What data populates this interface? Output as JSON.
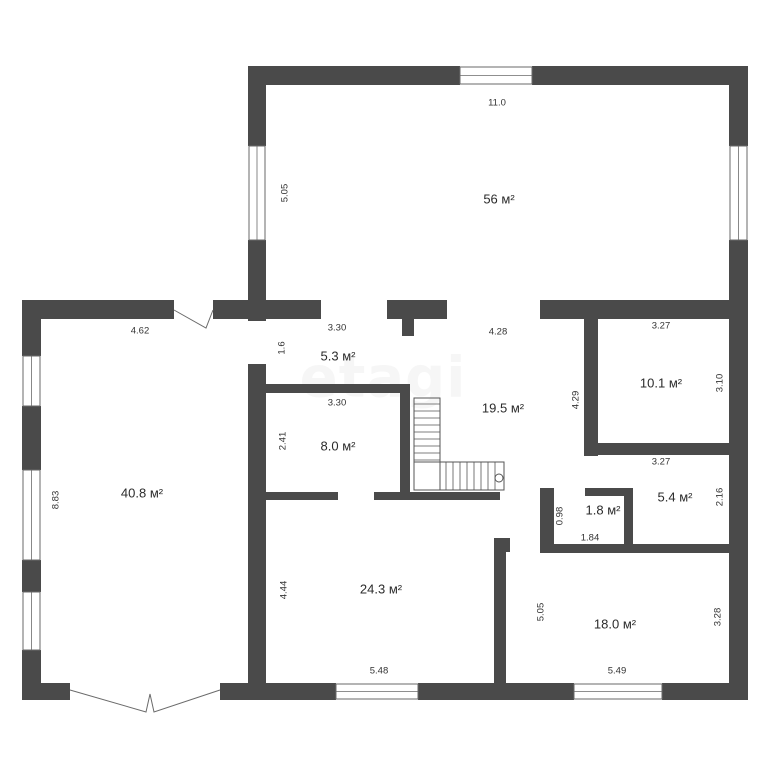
{
  "colors": {
    "wall": "#4a4a4a",
    "window": "#ffffff",
    "window_line": "#6a6a6a",
    "text": "#2b2b2b",
    "background": "#ffffff"
  },
  "watermark": "etagi",
  "rooms": [
    {
      "id": "living",
      "area": "56 м²"
    },
    {
      "id": "left-hall",
      "area": "40.8 м²"
    },
    {
      "id": "corridor",
      "area": "5.3 м²"
    },
    {
      "id": "stair-hall",
      "area": "19.5 м²"
    },
    {
      "id": "room-right-top",
      "area": "10.1 м²"
    },
    {
      "id": "small-room",
      "area": "8.0 м²"
    },
    {
      "id": "wc",
      "area": "1.8 м²"
    },
    {
      "id": "bath",
      "area": "5.4 м²"
    },
    {
      "id": "room-bottom-center",
      "area": "24.3 м²"
    },
    {
      "id": "room-bottom-right",
      "area": "18.0 м²"
    }
  ],
  "dimensions": {
    "living_width": "11.0",
    "living_height": "5.05",
    "left_hall_top": "4.62",
    "left_hall_height": "8.83",
    "corridor_width": "3.30",
    "corridor_height": "1.6",
    "small_room_width": "3.30",
    "small_room_height": "2.41",
    "stair_hall_width": "4.28",
    "stair_hall_height": "4.29",
    "right_top_width": "3.27",
    "right_top_height": "3.10",
    "bath_width": "3.27",
    "bath_height": "2.16",
    "wc_width": "1.84",
    "wc_height": "0.98",
    "bottom_center_height": "4.44",
    "bottom_center_width": "5.48",
    "bottom_right_height_left": "5.05",
    "bottom_right_height_right": "3.28",
    "bottom_right_width": "5.49"
  }
}
